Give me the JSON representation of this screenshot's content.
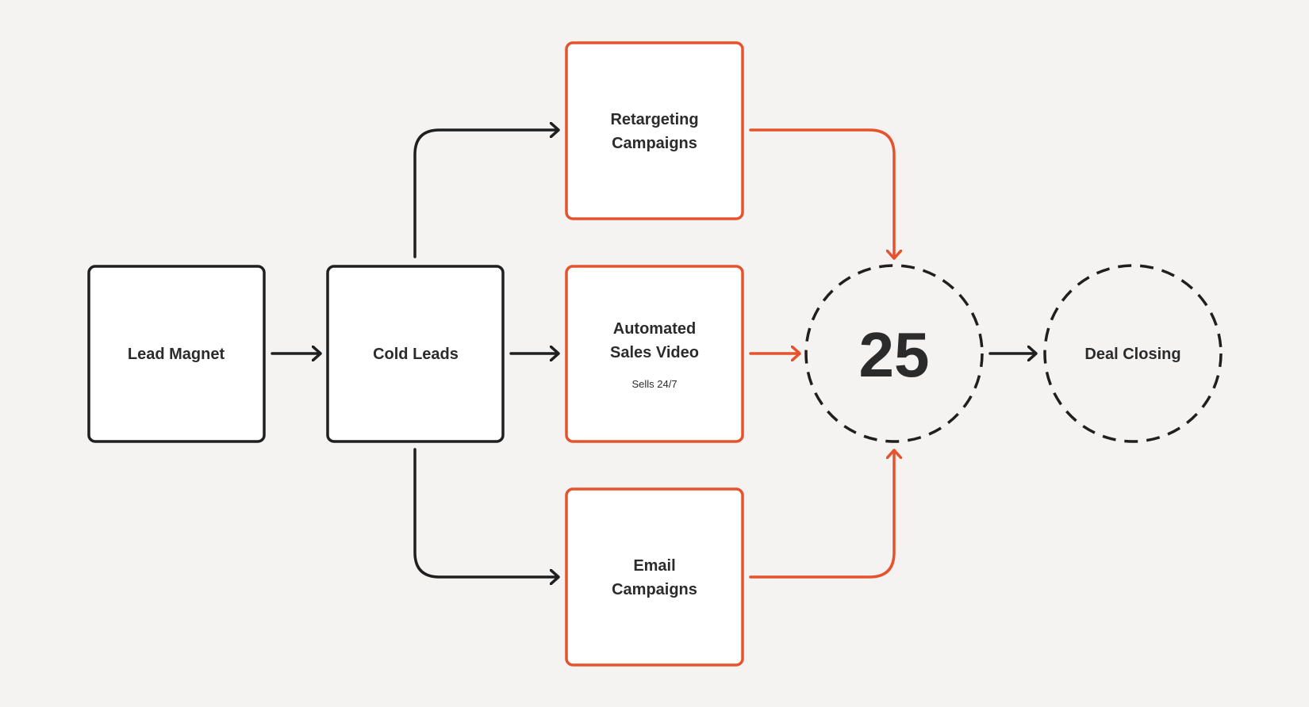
{
  "colors": {
    "background": "#f5f2f2",
    "dark": "#1f1f1f",
    "accent": "#e5522b",
    "box_fill": "#ffffff"
  },
  "nodes": {
    "lead_magnet": {
      "label": "Lead Magnet"
    },
    "cold_leads": {
      "label": "Cold Leads"
    },
    "retargeting": {
      "line1": "Retargeting",
      "line2": "Campaigns"
    },
    "sales_video": {
      "line1": "Automated",
      "line2": "Sales Video",
      "sub": "Sells 24/7"
    },
    "email": {
      "line1": "Email",
      "line2": "Campaigns"
    },
    "hub": {
      "value": "25"
    },
    "deal_closing": {
      "label": "Deal Closing"
    }
  }
}
